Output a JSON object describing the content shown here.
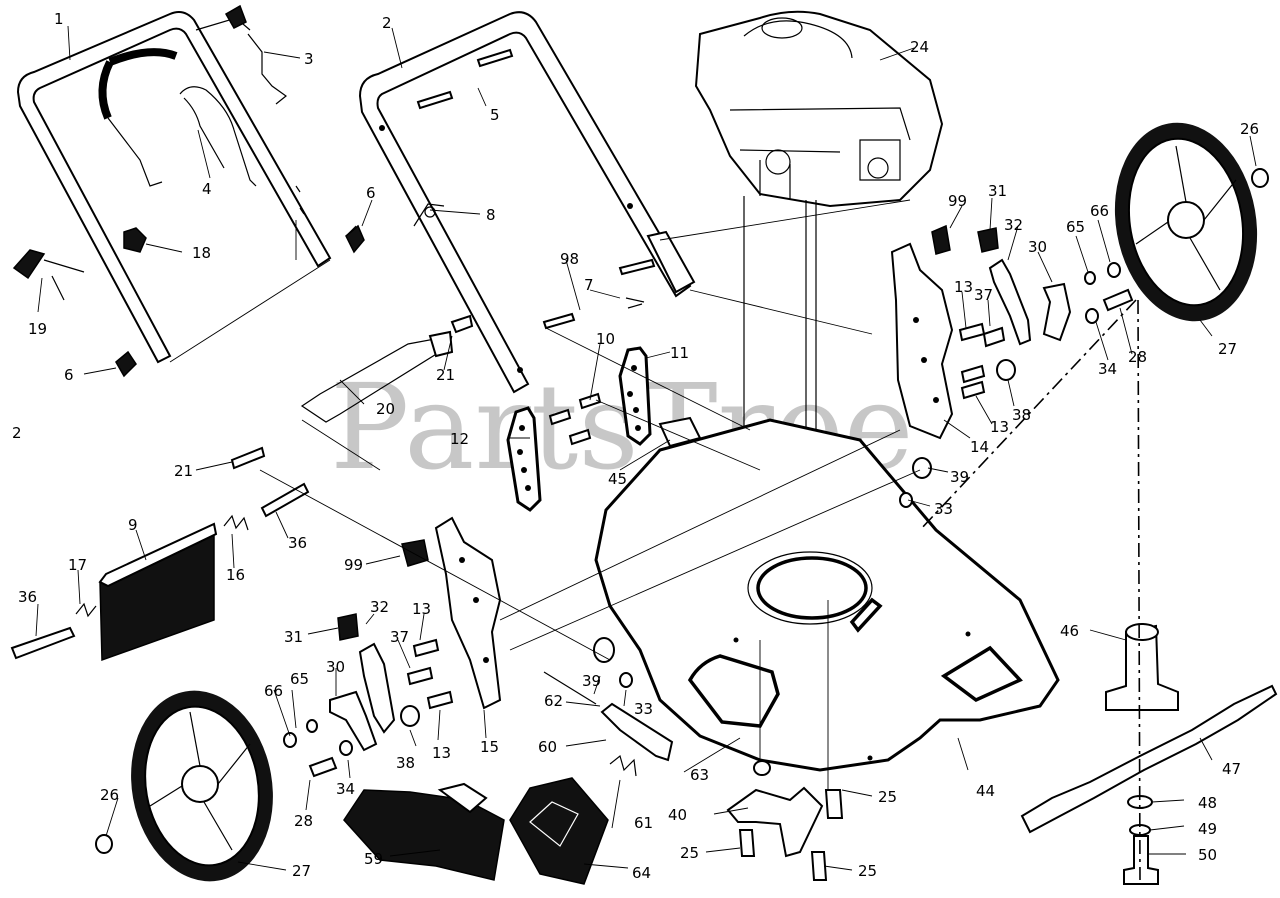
{
  "watermark": "PartsTree",
  "side_mark": "2",
  "callouts": [
    {
      "id": "c1",
      "text": "1"
    },
    {
      "id": "c2",
      "text": "2"
    },
    {
      "id": "c3",
      "text": "3"
    },
    {
      "id": "c4",
      "text": "4"
    },
    {
      "id": "c5",
      "text": "5"
    },
    {
      "id": "c6a",
      "text": "6"
    },
    {
      "id": "c6b",
      "text": "6"
    },
    {
      "id": "c7",
      "text": "7"
    },
    {
      "id": "c8",
      "text": "8"
    },
    {
      "id": "c9",
      "text": "9"
    },
    {
      "id": "c10",
      "text": "10"
    },
    {
      "id": "c11",
      "text": "11"
    },
    {
      "id": "c12",
      "text": "12"
    },
    {
      "id": "c13a",
      "text": "13"
    },
    {
      "id": "c13b",
      "text": "13"
    },
    {
      "id": "c13c",
      "text": "13"
    },
    {
      "id": "c13d",
      "text": "13"
    },
    {
      "id": "c14",
      "text": "14"
    },
    {
      "id": "c15",
      "text": "15"
    },
    {
      "id": "c16",
      "text": "16"
    },
    {
      "id": "c17",
      "text": "17"
    },
    {
      "id": "c18",
      "text": "18"
    },
    {
      "id": "c19",
      "text": "19"
    },
    {
      "id": "c20",
      "text": "20"
    },
    {
      "id": "c21a",
      "text": "21"
    },
    {
      "id": "c21b",
      "text": "21"
    },
    {
      "id": "c24",
      "text": "24"
    },
    {
      "id": "c25a",
      "text": "25"
    },
    {
      "id": "c25b",
      "text": "25"
    },
    {
      "id": "c25c",
      "text": "25"
    },
    {
      "id": "c26a",
      "text": "26"
    },
    {
      "id": "c26b",
      "text": "26"
    },
    {
      "id": "c27a",
      "text": "27"
    },
    {
      "id": "c27b",
      "text": "27"
    },
    {
      "id": "c28a",
      "text": "28"
    },
    {
      "id": "c28b",
      "text": "28"
    },
    {
      "id": "c30a",
      "text": "30"
    },
    {
      "id": "c30b",
      "text": "30"
    },
    {
      "id": "c31a",
      "text": "31"
    },
    {
      "id": "c31b",
      "text": "31"
    },
    {
      "id": "c32a",
      "text": "32"
    },
    {
      "id": "c32b",
      "text": "32"
    },
    {
      "id": "c33a",
      "text": "33"
    },
    {
      "id": "c33b",
      "text": "33"
    },
    {
      "id": "c34a",
      "text": "34"
    },
    {
      "id": "c34b",
      "text": "34"
    },
    {
      "id": "c36a",
      "text": "36"
    },
    {
      "id": "c36b",
      "text": "36"
    },
    {
      "id": "c37a",
      "text": "37"
    },
    {
      "id": "c37b",
      "text": "37"
    },
    {
      "id": "c38a",
      "text": "38"
    },
    {
      "id": "c38b",
      "text": "38"
    },
    {
      "id": "c39a",
      "text": "39"
    },
    {
      "id": "c39b",
      "text": "39"
    },
    {
      "id": "c40",
      "text": "40"
    },
    {
      "id": "c44",
      "text": "44"
    },
    {
      "id": "c45",
      "text": "45"
    },
    {
      "id": "c46",
      "text": "46"
    },
    {
      "id": "c47",
      "text": "47"
    },
    {
      "id": "c48",
      "text": "48"
    },
    {
      "id": "c49",
      "text": "49"
    },
    {
      "id": "c50",
      "text": "50"
    },
    {
      "id": "c59",
      "text": "59"
    },
    {
      "id": "c60",
      "text": "60"
    },
    {
      "id": "c61",
      "text": "61"
    },
    {
      "id": "c62",
      "text": "62"
    },
    {
      "id": "c63",
      "text": "63"
    },
    {
      "id": "c64",
      "text": "64"
    },
    {
      "id": "c65a",
      "text": "65"
    },
    {
      "id": "c65b",
      "text": "65"
    },
    {
      "id": "c66a",
      "text": "66"
    },
    {
      "id": "c66b",
      "text": "66"
    },
    {
      "id": "c98",
      "text": "98"
    },
    {
      "id": "c99a",
      "text": "99"
    },
    {
      "id": "c99b",
      "text": "99"
    }
  ]
}
